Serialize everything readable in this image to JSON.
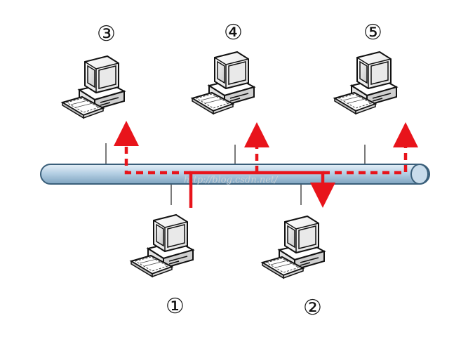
{
  "diagram": {
    "bus": {
      "fill": "#b6d0e4",
      "stroke": "#3a5f7a"
    },
    "signal_color": "#e8141b",
    "computers": [
      {
        "id": "pc1",
        "label": "①",
        "role": "sender"
      },
      {
        "id": "pc2",
        "label": "②",
        "role": "receiver"
      },
      {
        "id": "pc3",
        "label": "③",
        "role": "observer"
      },
      {
        "id": "pc4",
        "label": "④",
        "role": "observer"
      },
      {
        "id": "pc5",
        "label": "⑤",
        "role": "observer"
      }
    ],
    "watermark": "http://blog.csdn.net/"
  }
}
